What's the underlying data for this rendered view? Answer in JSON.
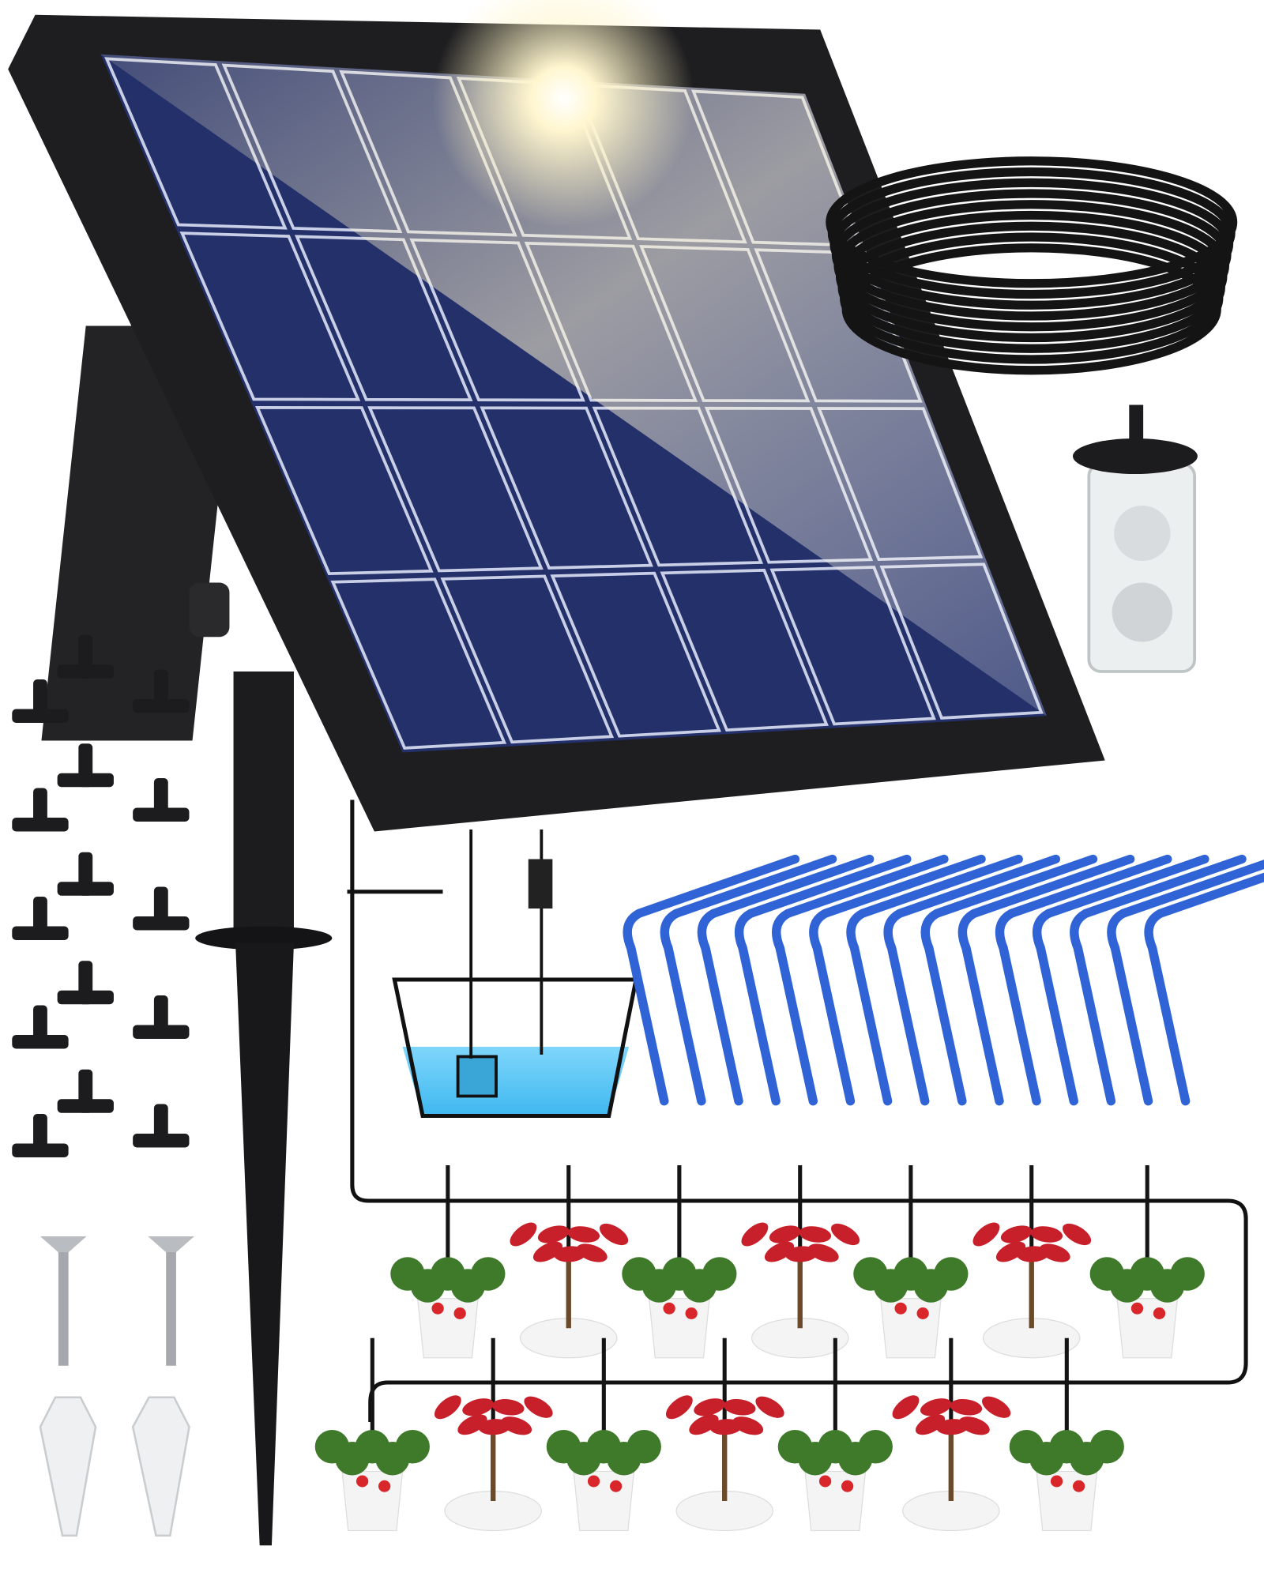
{
  "product": {
    "components": {
      "tee_connectors": 15,
      "drip_emitters": 15,
      "plants": 14,
      "screws": 2,
      "wall_anchors": 2
    },
    "colors": {
      "panel_frame": "#1e1e20",
      "panel_cells": "#23306a",
      "water": "#5cc8f5",
      "drippers": "#2f63d6",
      "tubing": "#141414",
      "leaves_green": "#3f7a2a",
      "leaves_red": "#c8202a",
      "pot": "#f4f4f4"
    }
  }
}
